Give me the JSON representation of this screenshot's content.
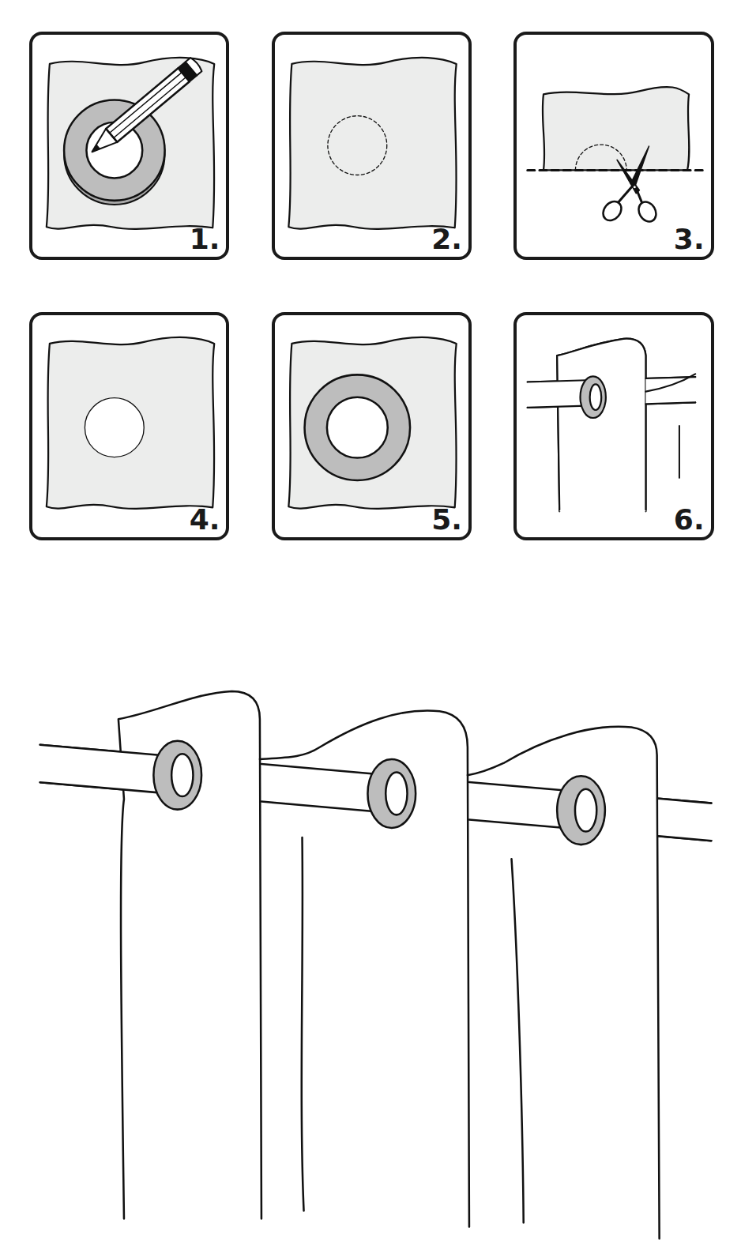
{
  "diagram": {
    "nodes": [
      {
        "text": [
          "1."
        ]
      },
      {
        "text": [
          "2."
        ]
      },
      {
        "text": [
          "3."
        ]
      },
      {
        "text": [
          "4."
        ]
      },
      {
        "text": [
          "5."
        ]
      },
      {
        "text": [
          "6."
        ]
      }
    ]
  }
}
